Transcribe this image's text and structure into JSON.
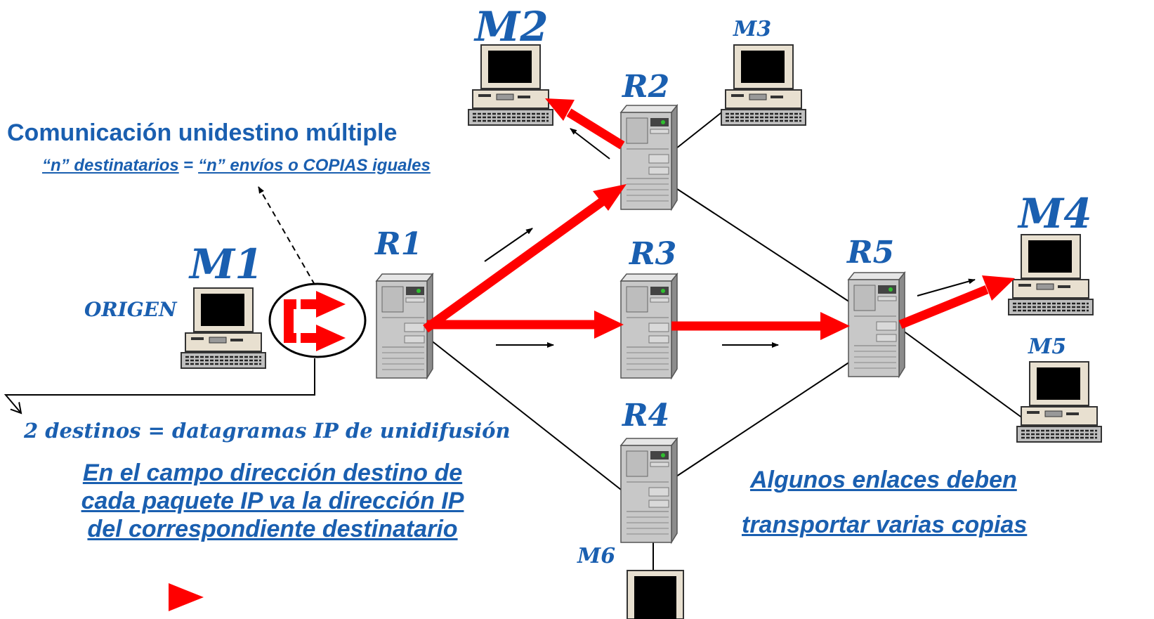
{
  "hosts": {
    "m1": {
      "name": "M1",
      "role": "ORIGEN"
    },
    "m2": {
      "name": "M2"
    },
    "m3": {
      "name": "M3"
    },
    "m4": {
      "name": "M4"
    },
    "m5": {
      "name": "M5"
    },
    "m6": {
      "name": "M6"
    }
  },
  "routers": {
    "r1": "R1",
    "r2": "R2",
    "r3": "R3",
    "r4": "R4",
    "r5": "R5"
  },
  "header": {
    "title": "Comunicación unidestino múltiple",
    "subtitle_part1": "“n” destinatarios",
    "subtitle_eq": " = ",
    "subtitle_part2": "“n” envíos o COPIAS iguales"
  },
  "notes": {
    "destinations": "2 destinos = datagramas IP de unidifusión",
    "address_line1": "En el campo dirección destino de",
    "address_line2": "cada paquete IP  va la dirección IP",
    "address_line3": "del correspondiente destinatario",
    "links_line1": "Algunos enlaces deben ",
    "links_line2": "transportar varias copias"
  },
  "colors": {
    "text": "#1a5fb0",
    "copy_arrow": "#ff0000",
    "link": "#000000"
  }
}
